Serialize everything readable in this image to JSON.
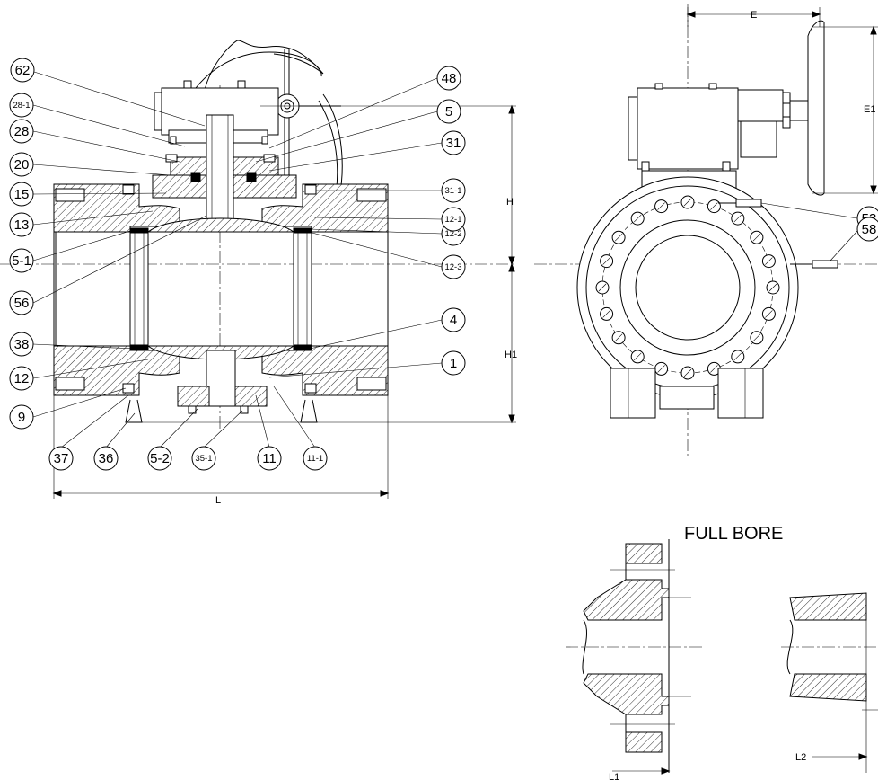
{
  "callouts": {
    "c62": "62",
    "c28_1": "28-1",
    "c28": "28",
    "c20": "20",
    "c15": "15",
    "c13": "13",
    "c5_1": "5-1",
    "c56": "56",
    "c38": "38",
    "c12": "12",
    "c9": "9",
    "c37": "37",
    "c36": "36",
    "c5_2": "5-2",
    "c35_1": "35-1",
    "c11": "11",
    "c11_1": "11-1",
    "c1": "1",
    "c4": "4",
    "c12_3": "12-3",
    "c12_2": "12-2",
    "c12_1": "12-1",
    "c31_1": "31-1",
    "c31": "31",
    "c5": "5",
    "c48": "48",
    "c53": "53",
    "c58": "58"
  },
  "dimensions": {
    "L": "L",
    "H": "H",
    "H1": "H1",
    "E": "E",
    "E1": "E1",
    "L1": "L1",
    "L2": "L2"
  },
  "caption": "FULL BORE"
}
